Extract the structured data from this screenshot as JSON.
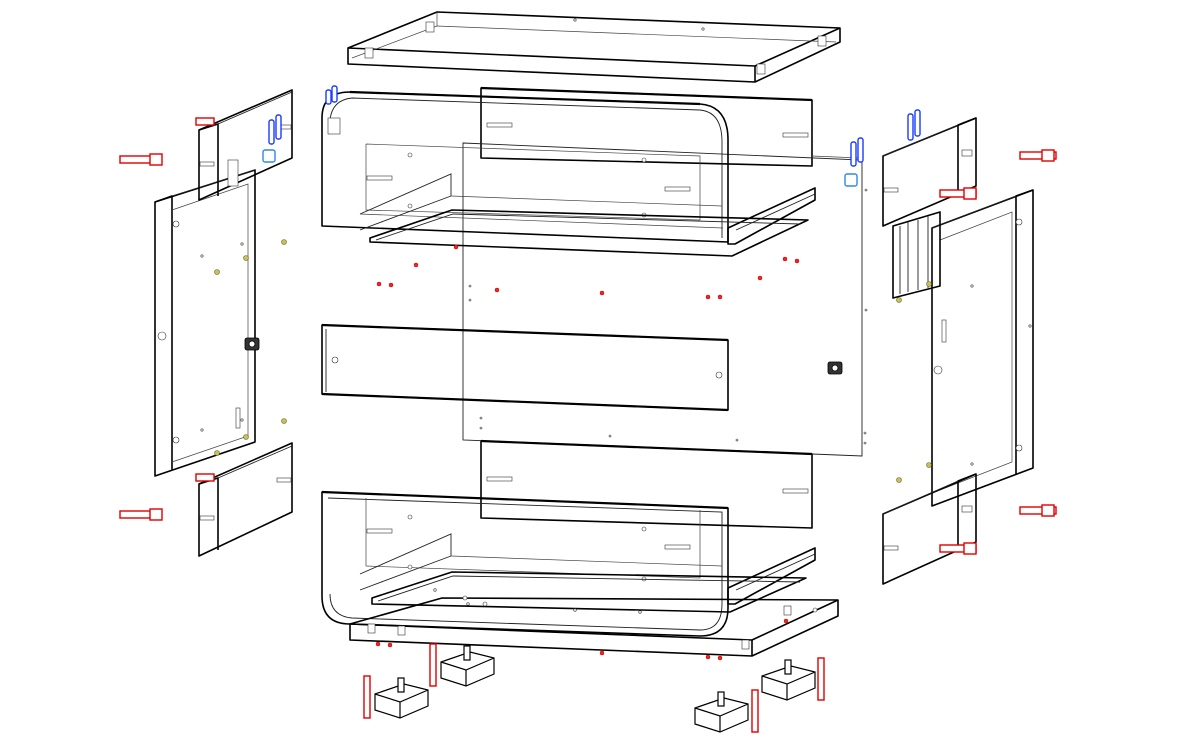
{
  "diagram": {
    "kind": "exploded-assembly-view",
    "colors": {
      "outline": "#000000",
      "background": "#ffffff",
      "screw": "#e00000",
      "dowel": "#1a3cff",
      "dowel_secondary": "#2e8be0",
      "cam_lock": "#c8c060"
    },
    "parts": [
      "top-panel",
      "upper-drawer-front",
      "upper-drawer-back",
      "upper-drawer-bottom",
      "middle-rail",
      "back-panel",
      "lower-drawer-back",
      "lower-drawer-front",
      "lower-drawer-bottom",
      "base-panel",
      "left-side-panel",
      "left-top-rail",
      "left-bottom-rail",
      "right-side-panel",
      "right-top-rail",
      "right-bottom-rail",
      "drawer-runner",
      "adjustable-foot"
    ],
    "icons": [
      "screw-icon",
      "dowel-icon",
      "cam-lock-icon",
      "lock-icon"
    ]
  }
}
